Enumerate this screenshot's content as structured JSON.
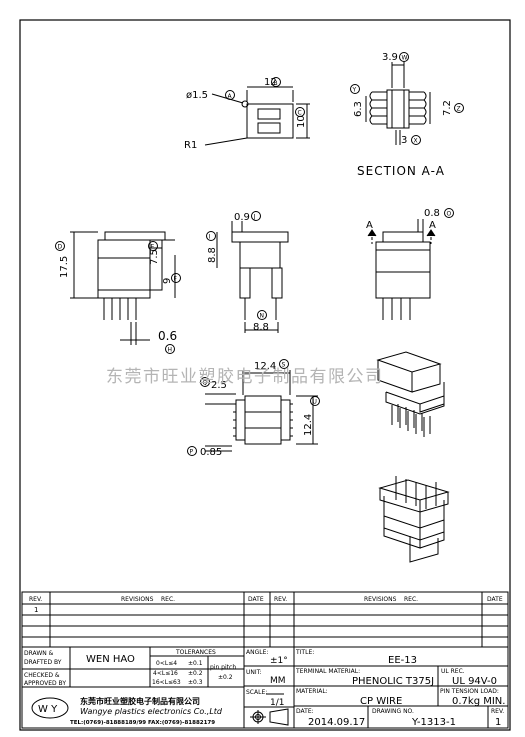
{
  "drawing": {
    "section_label": "SECTION A-A",
    "section_marker": "A",
    "watermark": "东莞市旺业塑胶电子制品有限公司",
    "top_view": {
      "dia": "ø1.5",
      "dia_tag": "A",
      "width": "12",
      "width_tag": "B",
      "height": "10",
      "height_tag": "C",
      "radius": "R1"
    },
    "section_view": {
      "top": "3.9",
      "top_tag": "W",
      "left": "6.3",
      "left_tag": "Y",
      "right": "7.2",
      "right_tag": "Z",
      "bottom": "3",
      "bottom_tag": "X"
    },
    "front_view": {
      "height": "17.5",
      "height_tag": "D",
      "mid": "7.5",
      "mid_tag": "E",
      "side": "9",
      "side_tag": "F",
      "pin": "0.6",
      "pin_tag": "H"
    },
    "side_view": {
      "top": "0.9",
      "top_tag": "J",
      "left": "8.8",
      "left_tag": "I",
      "bottom": "8.8",
      "bottom_tag": "N"
    },
    "right_view": {
      "top": "0.8",
      "top_tag": "O"
    },
    "bottom_view": {
      "width": "12.4",
      "width_tag": "S",
      "height": "12.4",
      "height_tag": "U",
      "pitch": "2.5",
      "pitch_tag": "Q",
      "pin": "0.85",
      "pin_tag": "P"
    }
  },
  "revision_table": {
    "headers": [
      "REV.",
      "REVISIONS",
      "REC.",
      "DATE",
      "REV.",
      "REVISIONS",
      "REC.",
      "DATE"
    ],
    "rows": [
      [
        "1",
        "",
        "",
        "",
        "",
        "",
        "",
        ""
      ],
      [
        "",
        "",
        "",
        "",
        "",
        "",
        "",
        ""
      ],
      [
        "",
        "",
        "",
        "",
        "",
        "",
        "",
        ""
      ],
      [
        "",
        "",
        "",
        "",
        "",
        "",
        "",
        ""
      ]
    ]
  },
  "title_block": {
    "drawn_label": "DRAWN &",
    "drafted_label": "DRAFTED BY",
    "drawn_by": "WEN HAO",
    "checked_label": "CHECKED &",
    "approved_label": "APPROVED BY",
    "tolerances_label": "TOLERANCES",
    "tol_rows": [
      {
        "range": "0<L≤4",
        "tol": "±0.1"
      },
      {
        "range": "4<L≤16",
        "tol": "±0.2"
      },
      {
        "range": "16<L≤63",
        "tol": "±0.3"
      }
    ],
    "pin_pitch_label": "pin pitch",
    "pin_pitch_tol": "±0.2",
    "angle_label": "ANGLE:",
    "angle_value": "±1°",
    "unit_label": "UNIT:",
    "unit_value": "MM",
    "scale_label": "SCALE:",
    "scale_value": "1/1",
    "title_label": "TITLE:",
    "title": "EE-13",
    "terminal_label": "TERMINAL MATERIAL:",
    "terminal_value": "PHENOLIC T375J",
    "ul_label": "UL REC.",
    "ul_value": "UL 94V-0",
    "material_label": "MATERIAL:",
    "material_value": "CP WIRE",
    "tension_label": "PIN TENSION LOAD:",
    "tension_value": "0.7kg MIN.",
    "date_label": "DATE:",
    "date_value": "2014.09.17",
    "drawing_no_label": "DRAWING NO.",
    "drawing_no": "Y-1313-1",
    "rev_label": "REV.",
    "rev_value": "1",
    "company_cn": "东莞市旺业塑胶电子制品有限公司",
    "company_en": "Wangye plastics electronics Co.,Ltd",
    "phone": "TEL:(0769)-81888189/99 FAX:(0769)-81882179",
    "logo_text": "W Y"
  }
}
